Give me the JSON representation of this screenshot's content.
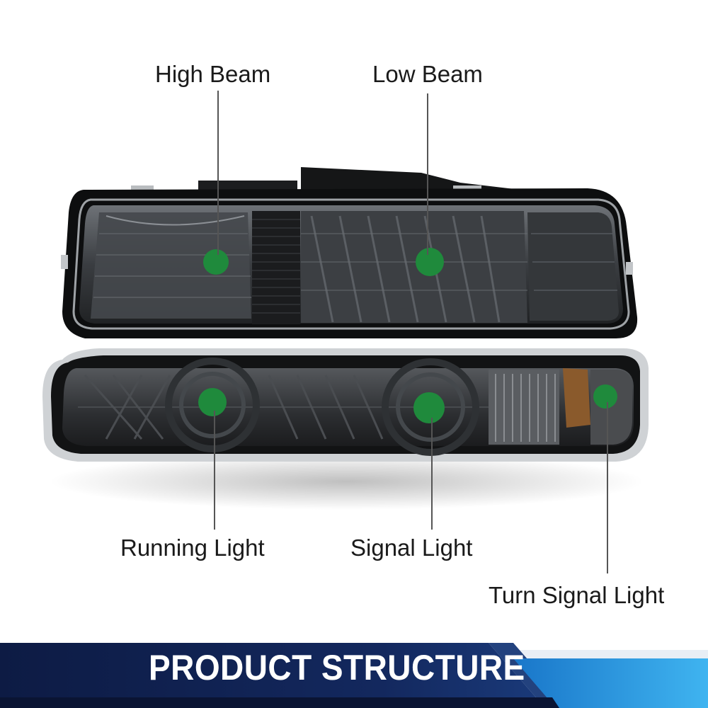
{
  "callouts": {
    "high_beam": "High Beam",
    "low_beam": "Low Beam",
    "running_light": "Running Light",
    "signal_light": "Signal Light",
    "turn_signal_light": "Turn Signal Light"
  },
  "banner": {
    "title": "PRODUCT STRUCTURE"
  },
  "colors": {
    "marker": "#1f8a3c",
    "banner_dark": "#0f1f4a",
    "banner_accent": "#1e90d8",
    "lens_smoke": "#3b3e42"
  }
}
